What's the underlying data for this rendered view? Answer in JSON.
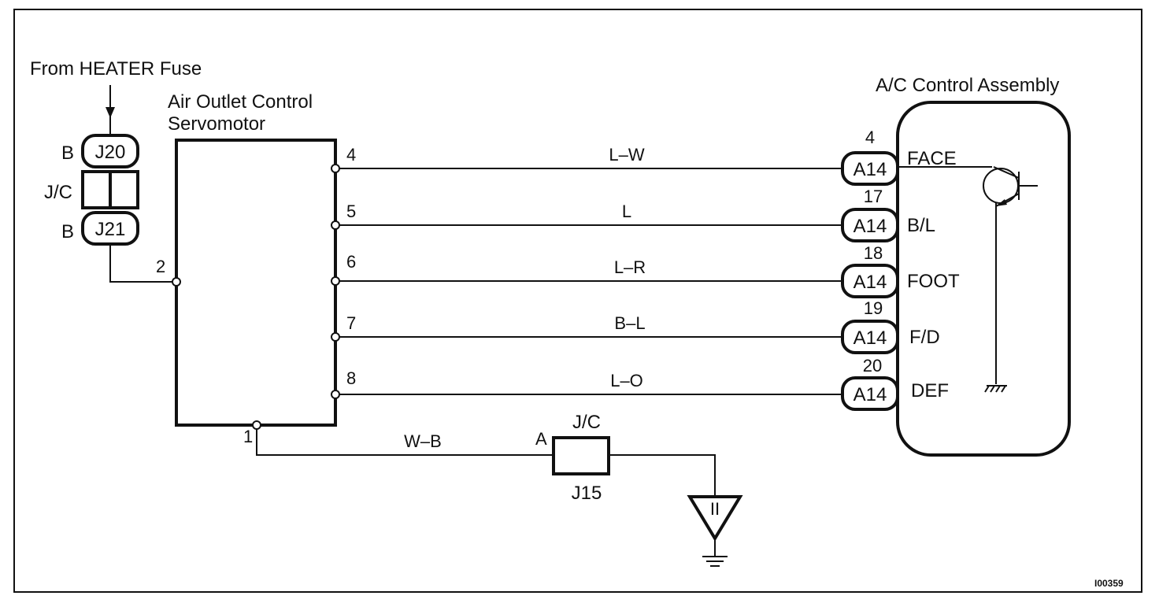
{
  "source_label": "From HEATER Fuse",
  "servo": {
    "title_line1": "Air Outlet Control",
    "title_line2": "Servomotor",
    "input_pin": "2",
    "ground_pin": "1"
  },
  "junction": {
    "top_connector": "J20",
    "bottom_connector": "J21",
    "top_prefix": "B",
    "bottom_prefix": "B",
    "label": "J/C"
  },
  "ac_assembly": {
    "title": "A/C Control Assembly"
  },
  "wires": [
    {
      "servo_pin": "4",
      "color": "L–W",
      "connector": "A14",
      "ac_pin": "4",
      "terminal": "FACE"
    },
    {
      "servo_pin": "5",
      "color": "L",
      "connector": "A14",
      "ac_pin": "17",
      "terminal": "B/L"
    },
    {
      "servo_pin": "6",
      "color": "L–R",
      "connector": "A14",
      "ac_pin": "18",
      "terminal": "FOOT"
    },
    {
      "servo_pin": "7",
      "color": "B–L",
      "connector": "A14",
      "ac_pin": "19",
      "terminal": "F/D"
    },
    {
      "servo_pin": "8",
      "color": "L–O",
      "connector": "A14",
      "ac_pin": "20",
      "terminal": "DEF"
    }
  ],
  "ground": {
    "wire_color": "W–B",
    "jc_label": "J/C",
    "jc_pin": "A",
    "jc_connector": "J15",
    "ground_symbol_label": "II"
  },
  "figure_id": "I00359"
}
